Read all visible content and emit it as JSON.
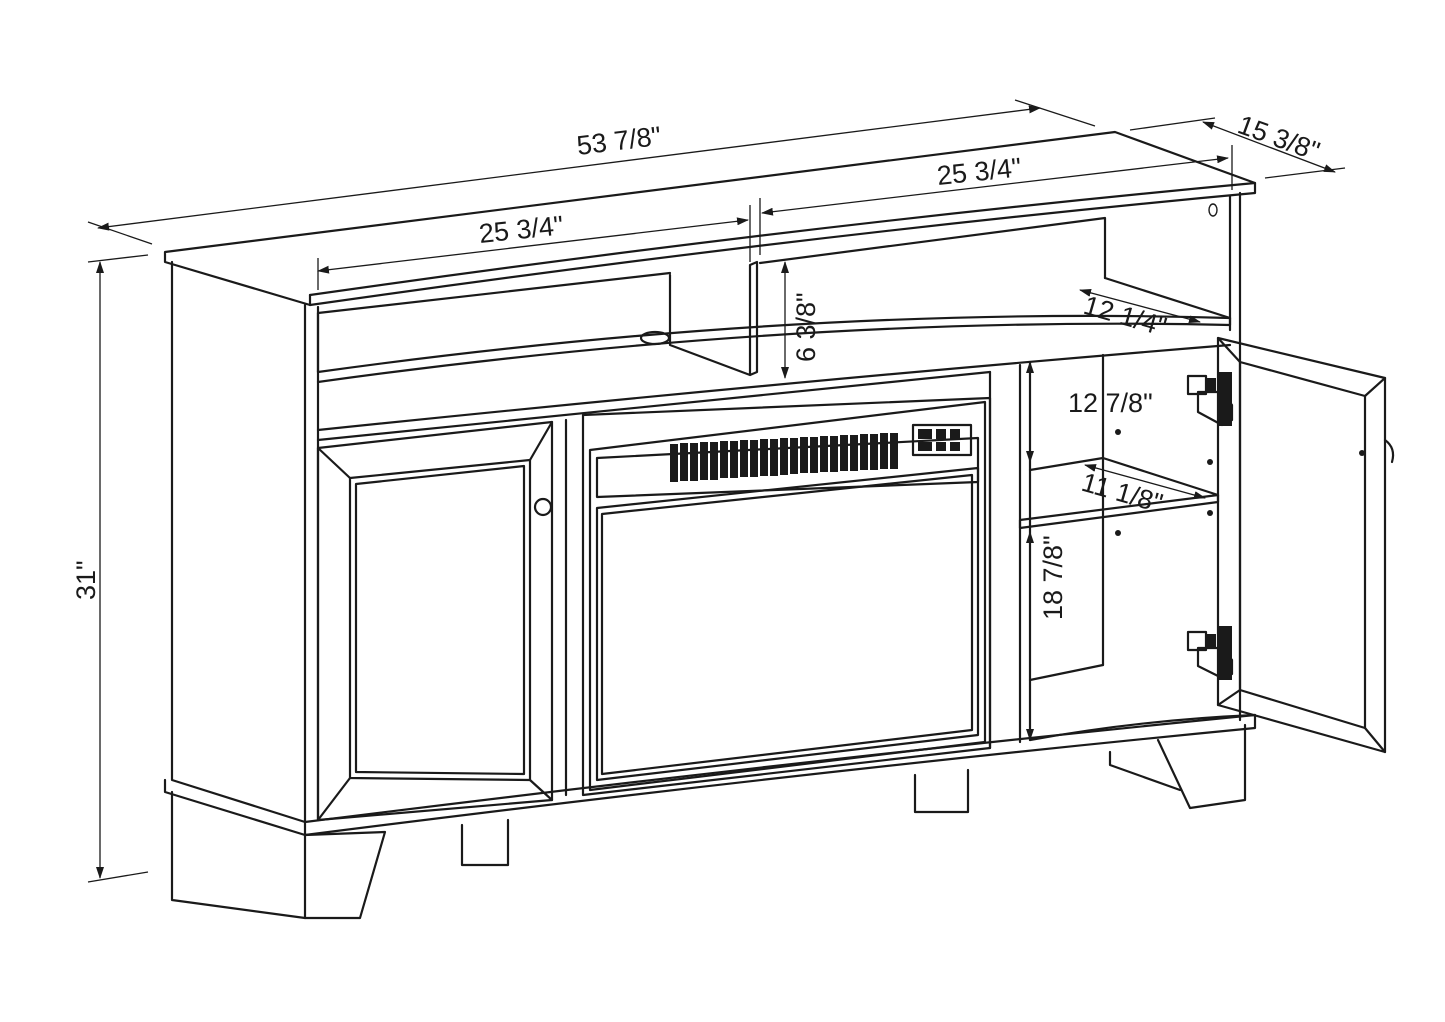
{
  "diagram": {
    "line_color": "#1a1a1a",
    "background": "#ffffff",
    "dimensions": {
      "overall_width": "53 7/8\"",
      "depth": "15 3/8\"",
      "left_top_width": "25 3/4\"",
      "right_top_width": "25 3/4\"",
      "height": "31\"",
      "top_shelf_height": "6 3/8\"",
      "top_shelf_depth": "12 1/4\"",
      "cabinet_upper_height": "12 7/8\"",
      "cabinet_shelf_depth": "11 1/8\"",
      "cabinet_lower_height": "18 7/8\""
    },
    "icons": [
      "door-knob-icon",
      "hinge-icon",
      "control-panel-icon"
    ]
  }
}
